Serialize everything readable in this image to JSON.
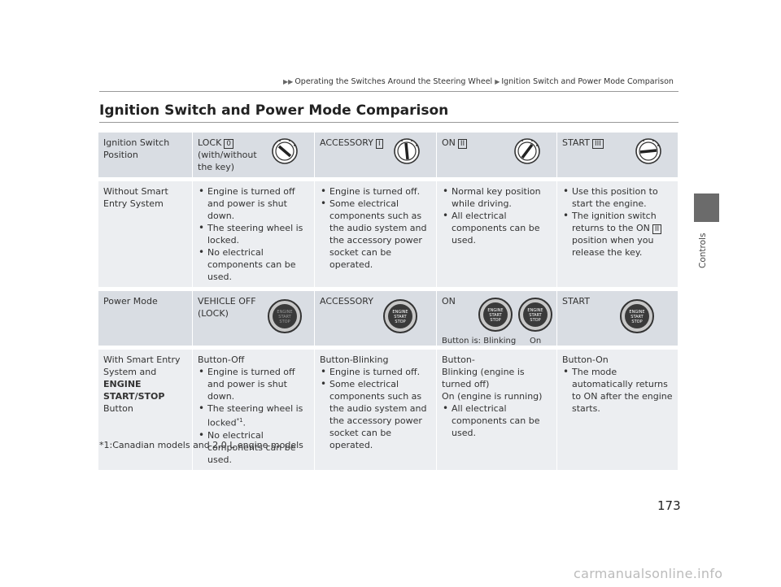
{
  "breadcrumb": {
    "parent": "Operating the Switches Around the Steering Wheel",
    "current": "Ignition Switch and Power Mode Comparison"
  },
  "title": "Ignition Switch and Power Mode Comparison",
  "side_tab": {
    "label": "Controls"
  },
  "table": {
    "ignition_row": {
      "header": "Ignition Switch Position",
      "cols": [
        {
          "label": "LOCK",
          "num": "0",
          "note": "(with/without the key)",
          "icon": "key-lock-icon"
        },
        {
          "label": "ACCESSORY",
          "num": "I",
          "note": "",
          "icon": "key-accessory-icon"
        },
        {
          "label": "ON",
          "num": "II",
          "note": "",
          "icon": "key-on-icon"
        },
        {
          "label": "START",
          "num": "III",
          "note": "",
          "icon": "key-start-icon"
        }
      ]
    },
    "no_smart_row": {
      "header": "Without Smart Entry System",
      "cols": [
        [
          "Engine is turned off and power is shut down.",
          "The steering wheel is locked.",
          "No electrical components can be used."
        ],
        [
          "Engine is turned off.",
          "Some electrical components such as the audio system and the accessory power socket can be operated."
        ],
        [
          "Normal key position while driving.",
          "All electrical components can be used."
        ],
        [
          "Use this position to start the engine.",
          "The ignition switch returns to the ON",
          "position when you release the key."
        ]
      ],
      "start_num": "II"
    },
    "power_row": {
      "header": "Power Mode",
      "cols": [
        {
          "label": "VEHICLE OFF",
          "label2": "(LOCK)"
        },
        {
          "label": "ACCESSORY",
          "label2": ""
        },
        {
          "label": "ON",
          "label2": ""
        },
        {
          "label": "START",
          "label2": ""
        }
      ],
      "button_text": [
        "ENGINE",
        "START",
        "STOP"
      ],
      "on_caption_blinking": "Button is: Blinking",
      "on_caption_on": "On"
    },
    "smart_row": {
      "header_part1": "With Smart Entry System and",
      "header_bold": "ENGINE START/STOP",
      "header_part2": "Button",
      "off": {
        "title": "Button-Off",
        "b1": "Engine is turned off and power is shut down.",
        "b2": "The steering wheel is locked",
        "b2_sup": "*1",
        "b2_end": ".",
        "b3": "No electrical components can be used."
      },
      "acc": {
        "title": "Button-Blinking",
        "b1": "Engine is turned off.",
        "b2": "Some electrical components such as the audio system and the accessory power socket can be operated."
      },
      "on": {
        "title": "Button-",
        "line2": "Blinking (engine is turned off)",
        "line3": "On (engine is running)",
        "b1": "All electrical components can be used."
      },
      "start": {
        "title": "Button-On",
        "b1": "The mode automatically returns to ON after the engine starts."
      }
    }
  },
  "footnote": "*1:Canadian models and 2.0 L engine models",
  "page_number": "173",
  "watermark": "carmanualsonline.info"
}
